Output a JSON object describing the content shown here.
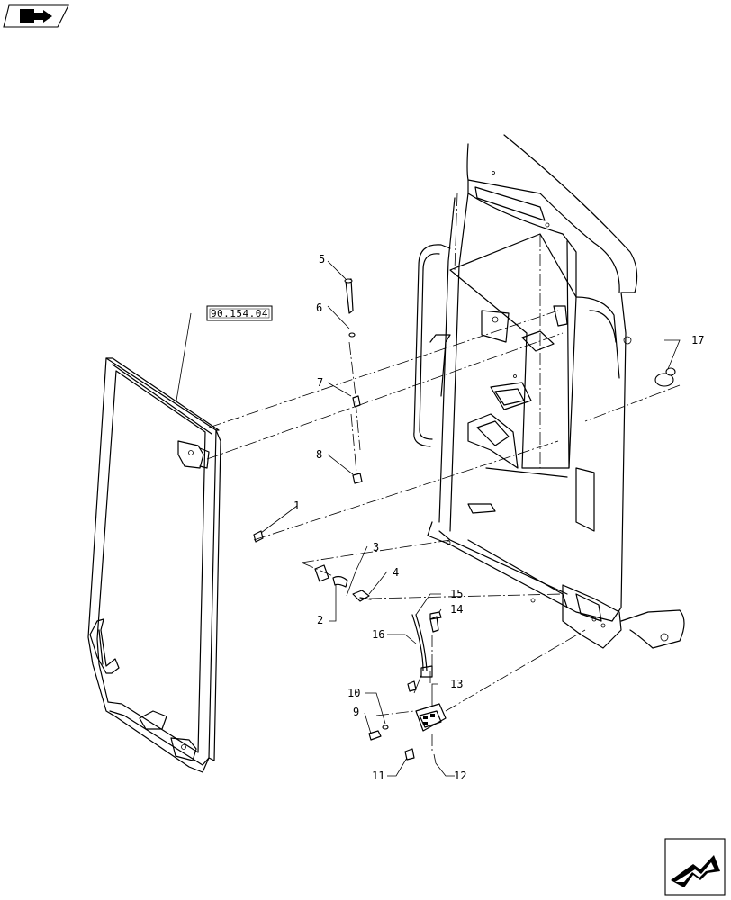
{
  "reference_box": {
    "text": "90.154.04"
  },
  "callouts": {
    "c1": "1",
    "c2": "2",
    "c3": "3",
    "c4": "4",
    "c5": "5",
    "c6": "6",
    "c7": "7",
    "c8": "8",
    "c9": "9",
    "c10": "10",
    "c11": "11",
    "c12": "12",
    "c13": "13",
    "c14": "14",
    "c15": "15",
    "c16": "16",
    "c17": "17"
  },
  "icons": {
    "top_left": "previous-page-arrow-icon",
    "bottom_right": "next-page-arrow-icon"
  }
}
